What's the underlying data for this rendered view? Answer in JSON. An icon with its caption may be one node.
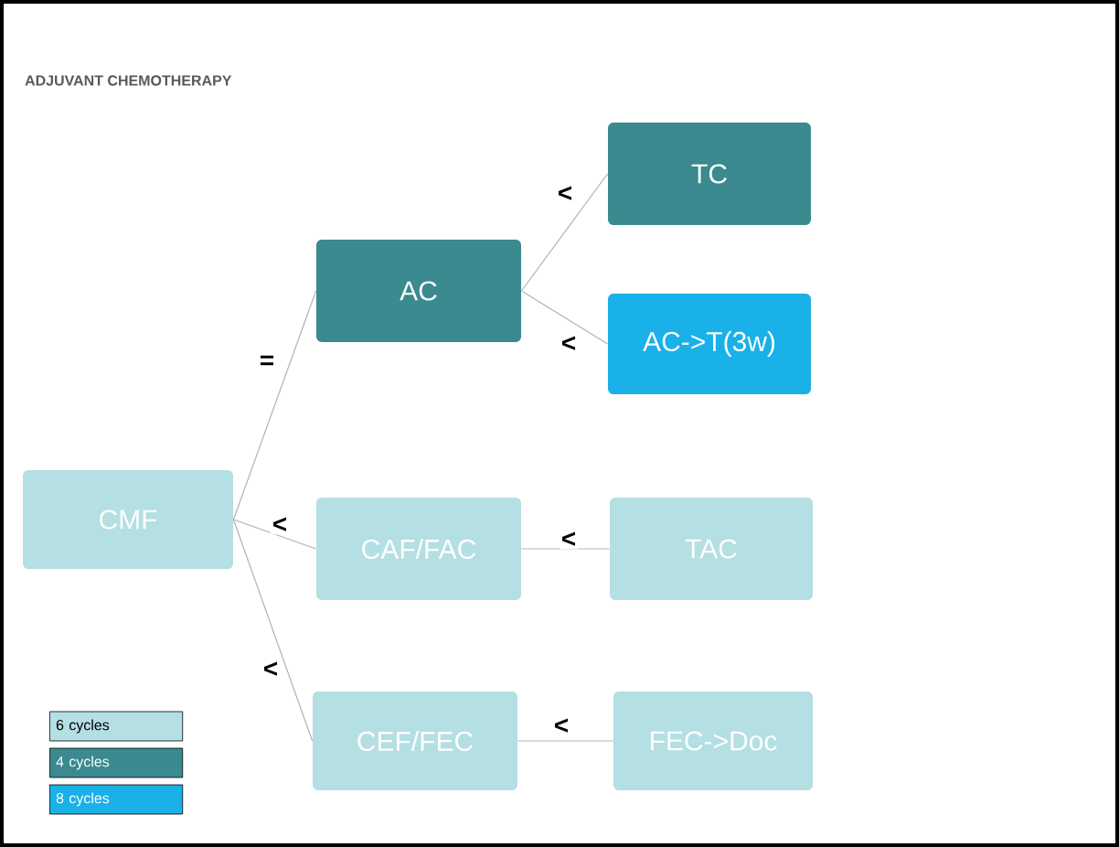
{
  "diagram": {
    "title": "ADJUVANT CHEMOTHERAPY",
    "nodes": [
      {
        "text": [
          "CMF"
        ]
      },
      {
        "text": [
          "AC"
        ]
      },
      {
        "text": [
          "TC"
        ]
      },
      {
        "text": [
          "AC->T(3w)"
        ]
      },
      {
        "text": [
          "CAF/FAC"
        ]
      },
      {
        "text": [
          "TAC"
        ]
      },
      {
        "text": [
          "CEF/FEC"
        ]
      },
      {
        "text": [
          "FEC->Doc"
        ]
      }
    ],
    "edges": [
      {
        "from": 0,
        "to": 1,
        "arrow": "none",
        "label": "="
      },
      {
        "from": 0,
        "to": 4,
        "arrow": "none",
        "label": "<"
      },
      {
        "from": 0,
        "to": 6,
        "arrow": "none",
        "label": "<"
      },
      {
        "from": 1,
        "to": 2,
        "arrow": "none",
        "label": "<"
      },
      {
        "from": 1,
        "to": 3,
        "arrow": "none",
        "label": "<"
      },
      {
        "from": 4,
        "to": 5,
        "arrow": "none",
        "label": "<"
      },
      {
        "from": 6,
        "to": 7,
        "arrow": "none",
        "label": "<"
      }
    ],
    "legend": [
      {
        "text": "6 cycles",
        "color": "#b4dfe3"
      },
      {
        "text": "4 cycles",
        "color": "#3a8a8f"
      },
      {
        "text": "8 cycles",
        "color": "#1ab0e8"
      }
    ]
  }
}
